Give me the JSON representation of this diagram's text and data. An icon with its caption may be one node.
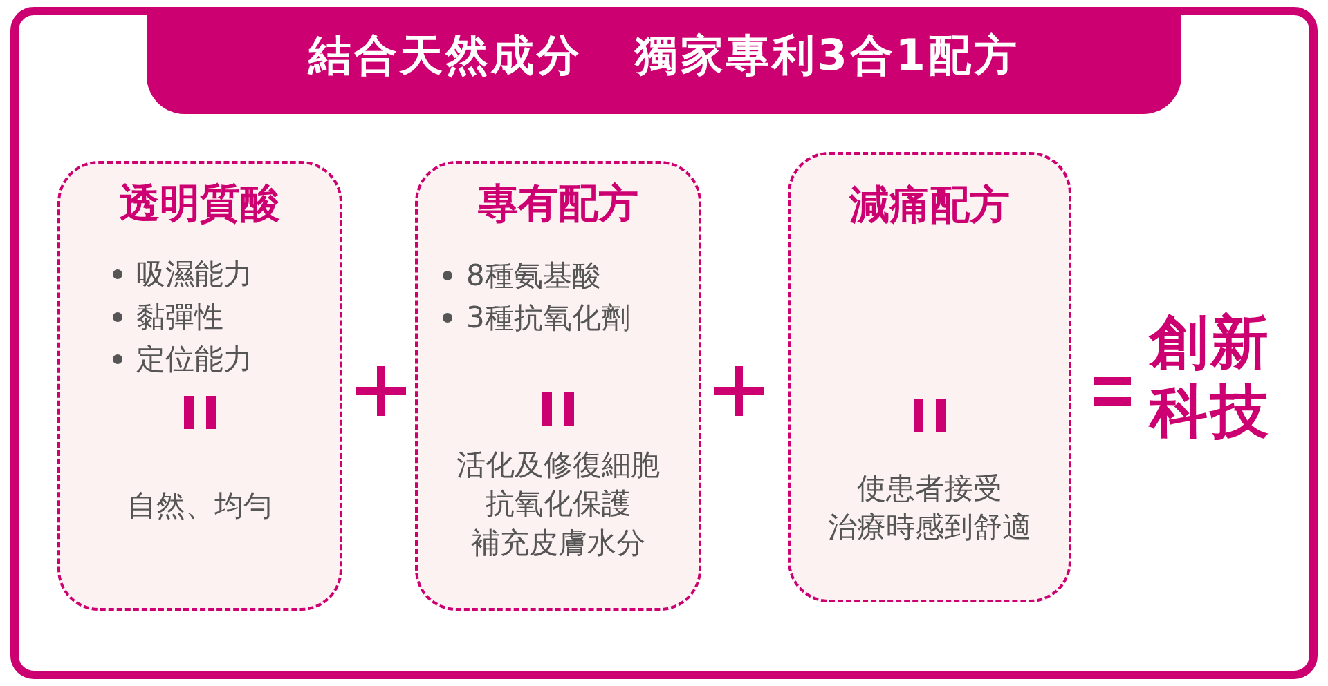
{
  "diagram": {
    "title": "結合天然成分 獨家專利3合1配方",
    "nodes": [
      {
        "text": [
          "透明質酸",
          "吸濕能力",
          "黏彈性",
          "定位能力",
          "自然、均勻"
        ]
      },
      {
        "text": [
          "專有配方",
          "8種氨基酸",
          "3種抗氧化劑",
          "活化及修復細胞",
          "抗氧化保護",
          "補充皮膚水分"
        ]
      },
      {
        "text": [
          "減痛配方",
          "使患者接受",
          "治療時感到舒適"
        ]
      }
    ],
    "labels": [
      "創新科技"
    ]
  }
}
